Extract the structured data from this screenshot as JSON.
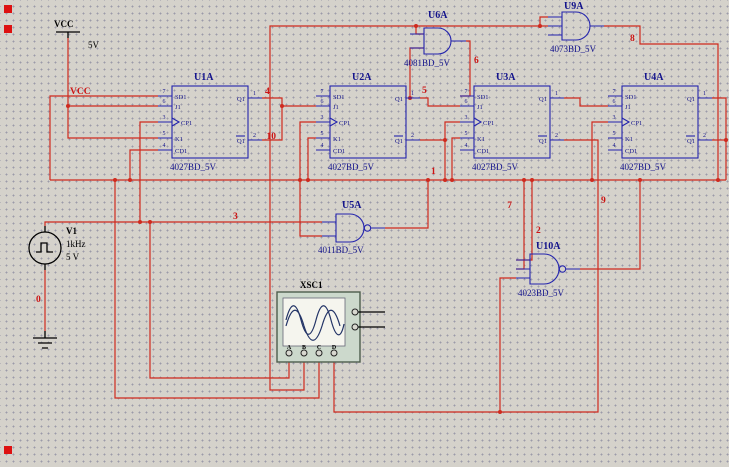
{
  "colors": {
    "background": "#d5d2cb",
    "grid_dot": "#9b9aa9",
    "wire_red": "#cf2a1e",
    "component_blue": "#2323ad",
    "net_label_red": "#cc1414",
    "scope_fill": "#ccd9cc",
    "black": "#000000"
  },
  "power": {
    "symbol_label": "VCC",
    "voltage": "5V",
    "net_label": "VCC"
  },
  "source": {
    "ref": "V1",
    "frequency": "1kHz",
    "voltage": "5 V"
  },
  "flipflops": [
    {
      "ref": "U1A",
      "part": "4027BD_5V"
    },
    {
      "ref": "U2A",
      "part": "4027BD_5V"
    },
    {
      "ref": "U3A",
      "part": "4027BD_5V"
    },
    {
      "ref": "U4A",
      "part": "4027BD_5V"
    }
  ],
  "ff_pins": {
    "left": [
      "SD1",
      "J1",
      "CP1",
      "K1",
      "CD1"
    ],
    "right": [
      "Q1",
      "Q1"
    ],
    "numbers_left": [
      "7",
      "6",
      "3",
      "5",
      "4"
    ],
    "numbers_right": [
      "1",
      "2"
    ]
  },
  "gates": [
    {
      "ref": "U6A",
      "part": "4081BD_5V"
    },
    {
      "ref": "U9A",
      "part": "4073BD_5V"
    },
    {
      "ref": "U5A",
      "part": "4011BD_5V"
    },
    {
      "ref": "U10A",
      "part": "4023BD_5V"
    }
  ],
  "oscilloscope": {
    "ref": "XSC1",
    "terminals": [
      "A",
      "B",
      "C",
      "D"
    ]
  },
  "net_labels": {
    "n0": "0",
    "n1": "1",
    "n2": "2",
    "n3": "3",
    "n4": "4",
    "n5": "5",
    "n6": "6",
    "n7": "7",
    "n8": "8",
    "n9": "9",
    "n10": "10"
  }
}
